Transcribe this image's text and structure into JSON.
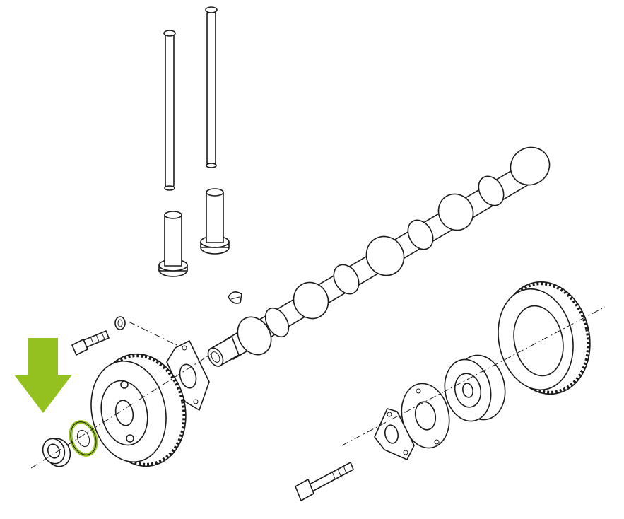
{
  "colors": {
    "highlight": "#94c11f",
    "ink": "#1a1a1a",
    "background": "#ffffff"
  },
  "parts": [
    "pushrod-long",
    "pushrod-short",
    "tappet-left",
    "tappet-right",
    "woodruff-key",
    "camshaft",
    "bolt-small",
    "lock-washer",
    "thrust-plate-left",
    "timing-gear-left",
    "thrust-washer-highlighted",
    "nut",
    "timing-gear-right",
    "hub-right",
    "spacer-right",
    "thrust-plate-right",
    "bolt-long"
  ],
  "highlighted_part": "thrust-washer-highlighted",
  "indicator": "down-arrow-icon"
}
